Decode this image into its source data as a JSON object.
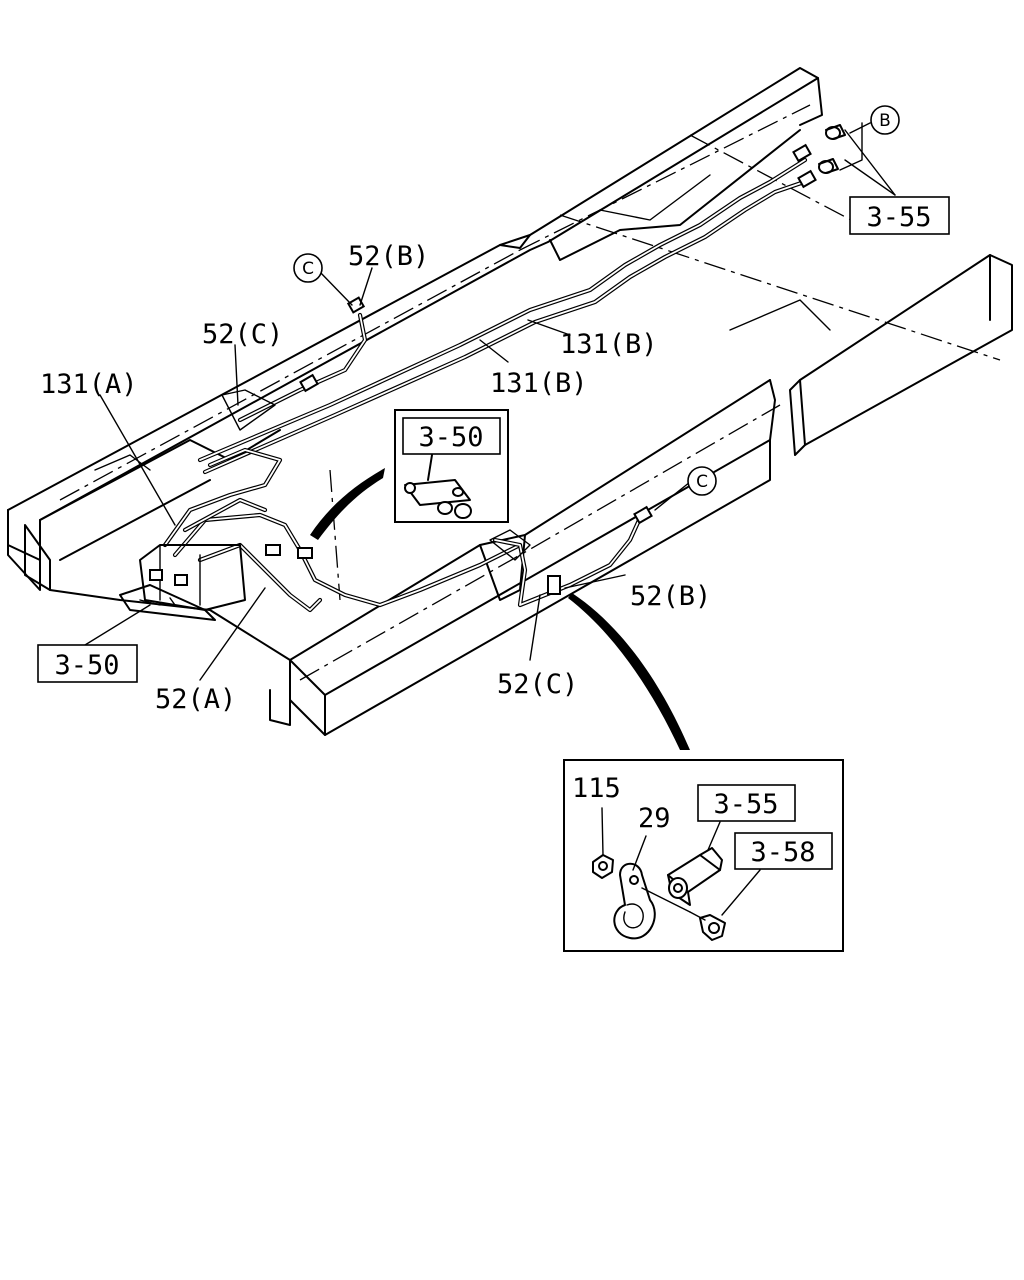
{
  "diagram": {
    "labels": {
      "l_52b_top": "52(B)",
      "l_52c_top": "52(C)",
      "l_131a": "131(A)",
      "l_131b_1": "131(B)",
      "l_131b_2": "131(B)",
      "l_52b_right": "52(B)",
      "l_52c_bottom": "52(C)",
      "l_52a": "52(A)",
      "circ_b": "B",
      "circ_c_top": "C",
      "circ_c_right": "C"
    },
    "refs": {
      "ref_355_top": "3-55",
      "ref_350_inset": "3-50",
      "ref_350_left": "3-50",
      "ref_355_detail": "3-55",
      "ref_358_detail": "3-58"
    },
    "detail_parts": {
      "p115": "115",
      "p29": "29"
    }
  }
}
